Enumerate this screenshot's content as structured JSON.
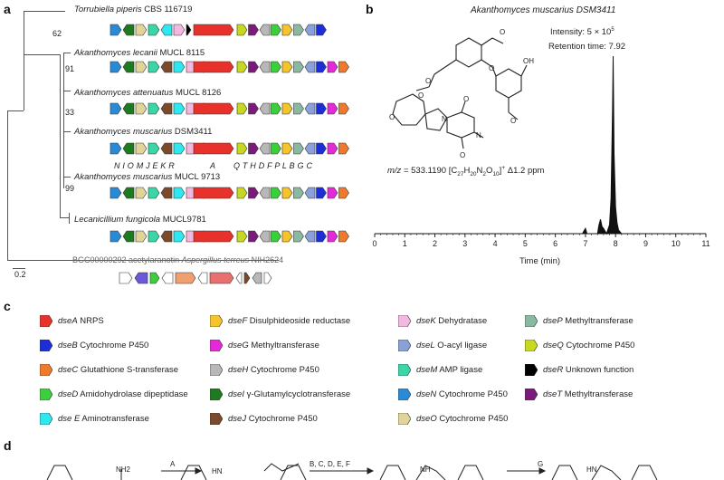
{
  "panel_a": {
    "letter": "a",
    "species": [
      {
        "genus": "Torrubiella piperis",
        "strain": "CBS 116719"
      },
      {
        "genus": "Akanthomyces lecanii",
        "strain": "MUCL 8115"
      },
      {
        "genus": "Akanthomyces attenuatus",
        "strain": "MUCL 8126"
      },
      {
        "genus": "Akanthomyces muscarius",
        "strain": "DSM3411"
      },
      {
        "genus": "Akanthomyces muscarius",
        "strain": "MUCL 9713"
      },
      {
        "genus": "Lecanicillium fungicola",
        "strain": "MUCL9781"
      }
    ],
    "bootstrap": [
      "62",
      "91",
      "33",
      "99"
    ],
    "gene_letters_left": "N I O M J  E K R",
    "gene_letters_mid": "A",
    "gene_letters_right": "Q T H D F P L B G C",
    "bgc_prefix": "BGC00000292 acetylaranotin",
    "bgc_species": "Aspergillus terreus",
    "bgc_strain": "NIH2624",
    "scale": "0.2"
  },
  "panel_b": {
    "letter": "b",
    "title": "Akanthomyces muscarius DSM3411",
    "intensity": "Intensity: 5 × 10",
    "intensity_exp": "5",
    "retention": "Retention time: 7.92",
    "mz_prefix": "m/z = 533.1190 [C",
    "mz_suffix": "]+ Δ1.2 ppm",
    "formula_parts": [
      "27",
      "H",
      "20",
      "N",
      "2",
      "O",
      "10"
    ],
    "xlabel": "Time (min)",
    "ticks": [
      "0",
      "1",
      "2",
      "3",
      "4",
      "5",
      "6",
      "7",
      "8",
      "9",
      "10",
      "11"
    ]
  },
  "panel_c": {
    "letter": "c",
    "legend": [
      {
        "gene": "dseA",
        "desc": "NRPS",
        "color": "#e8312a"
      },
      {
        "gene": "dseB",
        "desc": "Cytochrome P450",
        "color": "#1c2fd6"
      },
      {
        "gene": "dseC",
        "desc": "Glutathione S-transferase",
        "color": "#f07a2a"
      },
      {
        "gene": "dseD",
        "desc": "Amidohydrolase dipeptidase",
        "color": "#3ccf3c"
      },
      {
        "gene": "dse E",
        "desc": "Aminotransferase",
        "color": "#2ee8f0"
      },
      {
        "gene": "dseF",
        "desc": "Disulphideoside reductase",
        "color": "#f5c32a"
      },
      {
        "gene": "dseG",
        "desc": "Methyltransferase",
        "color": "#e42ad6"
      },
      {
        "gene": "dseH",
        "desc": "Cytochrome P450",
        "color": "#b8b8b8"
      },
      {
        "gene": "dseI",
        "desc": "γ-Glutamylcyclotransferase",
        "color": "#1e7a1e"
      },
      {
        "gene": "dseJ",
        "desc": "Cytochrome P450",
        "color": "#7a4a2a"
      },
      {
        "gene": "dseK",
        "desc": "Dehydratase",
        "color": "#f2b8e0"
      },
      {
        "gene": "dseL",
        "desc": "O-acyl ligase",
        "color": "#8aa0d8"
      },
      {
        "gene": "dseM",
        "desc": "AMP ligase",
        "color": "#3ad6a8"
      },
      {
        "gene": "dseN",
        "desc": "Cytochrome P450",
        "color": "#2a8ad6"
      },
      {
        "gene": "dseO",
        "desc": "Cytochrome P450",
        "color": "#e0d49a"
      },
      {
        "gene": "dseP",
        "desc": "Methyltransferase",
        "color": "#8ab8a0"
      },
      {
        "gene": "dseQ",
        "desc": "Cytochrome P450",
        "color": "#c8d81e"
      },
      {
        "gene": "dseR",
        "desc": "Unknown function",
        "color": "#000000"
      },
      {
        "gene": "dseT",
        "desc": "Methyltransferase",
        "color": "#7a1a7a"
      }
    ]
  },
  "panel_d": {
    "letter": "d",
    "steps": [
      "A",
      "B, C, D, E, F",
      "G"
    ],
    "labels": [
      "NH2",
      "HN",
      "NH",
      "HN"
    ]
  },
  "chart_data": {
    "type": "line",
    "title": "Akanthomyces muscarius DSM3411",
    "xlabel": "Time (min)",
    "ylabel": "",
    "xlim": [
      0,
      11
    ],
    "x": [
      0,
      6.9,
      7.0,
      7.05,
      7.4,
      7.45,
      7.5,
      7.55,
      7.6,
      7.7,
      7.8,
      7.85,
      7.9,
      7.92,
      7.95,
      8.0,
      8.05,
      8.1,
      8.2,
      11
    ],
    "y": [
      0,
      0,
      0.03,
      0,
      0,
      0.05,
      0.08,
      0.04,
      0.03,
      0,
      0.05,
      0.2,
      0.7,
      1.0,
      0.45,
      0.15,
      0.06,
      0.02,
      0,
      0
    ],
    "annotations": [
      "Intensity: 5 × 10^5",
      "Retention time: 7.92"
    ],
    "grid": false
  }
}
